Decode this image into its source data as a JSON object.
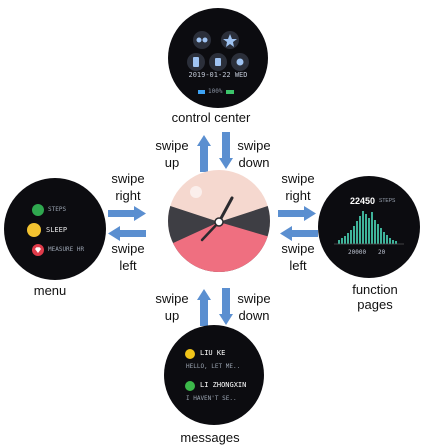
{
  "captions": {
    "control_center": "control center",
    "menu": "menu",
    "function_pages": "function\npages",
    "messages": "messages"
  },
  "gestures": {
    "up_from_center": [
      "swipe",
      "up"
    ],
    "down_from_center": [
      "swipe",
      "down"
    ],
    "right_left_side": [
      "swipe",
      "right"
    ],
    "left_left_side": [
      "swipe",
      "left"
    ],
    "right_right_side": [
      "swipe",
      "right"
    ],
    "left_right_side": [
      "swipe",
      "left"
    ],
    "up_bottom": [
      "swipe",
      "up"
    ],
    "down_bottom": [
      "swipe",
      "down"
    ]
  },
  "control_center_screen": {
    "date": "2019-01-22 WED",
    "battery": "100%"
  },
  "menu_screen": {
    "items": [
      {
        "label": "STEPS",
        "icon": "steps-icon",
        "color": "#2fa84f"
      },
      {
        "label": "SLEEP",
        "icon": "sleep-icon",
        "color": "#f2c230"
      },
      {
        "label": "MEASURE HR",
        "icon": "heart-icon",
        "color": "#e03b4a"
      }
    ]
  },
  "function_screen": {
    "steps_value": "22450",
    "steps_unit": "STEPS",
    "goal": "20000",
    "extra": "20"
  },
  "messages_screen": {
    "items": [
      {
        "sender": "LIU KE",
        "preview": "HELLO, LET ME..",
        "icon_color": "#f0c419"
      },
      {
        "sender": "LI ZHONGXIN",
        "preview": "I HAVEN'T SE..",
        "icon_color": "#3cb94a"
      }
    ]
  },
  "colors": {
    "arrow": "#5b8fd0",
    "watch_bg": "#0c0c10",
    "face_pink": "#ef6f80",
    "face_dark": "#3e3e44",
    "face_light": "#f5d8cf"
  }
}
